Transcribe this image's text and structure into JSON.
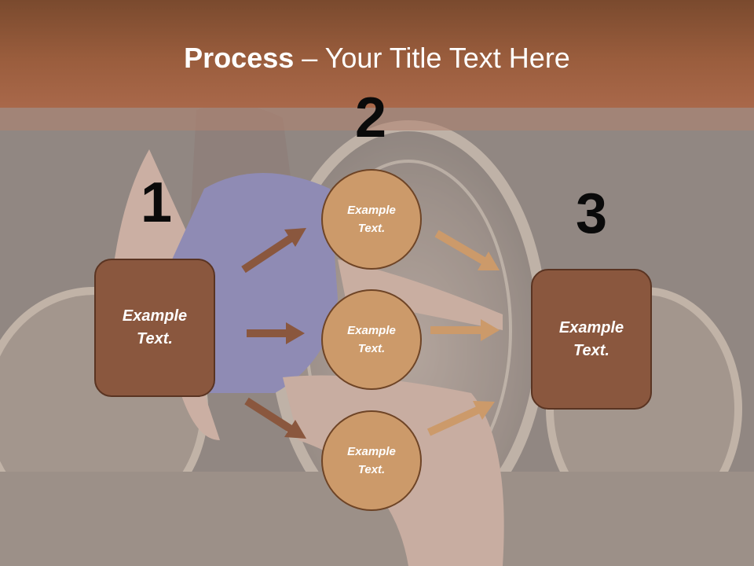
{
  "slide": {
    "title_bold": "Process",
    "title_rest": " – Your Title Text Here"
  },
  "steps": [
    {
      "number": "1",
      "text": "Example\nText."
    },
    {
      "number": "2",
      "items": [
        "Example\nText.",
        "Example\nText.",
        "Example\nText."
      ]
    },
    {
      "number": "3",
      "text": "Example\nText."
    }
  ],
  "colors": {
    "title_bar": "#9a5d3d",
    "box_fill": "#8a573e",
    "circle_fill": "#cc9a6a",
    "arrow_dark": "#8a573e",
    "arrow_light": "#cc9a6a"
  }
}
